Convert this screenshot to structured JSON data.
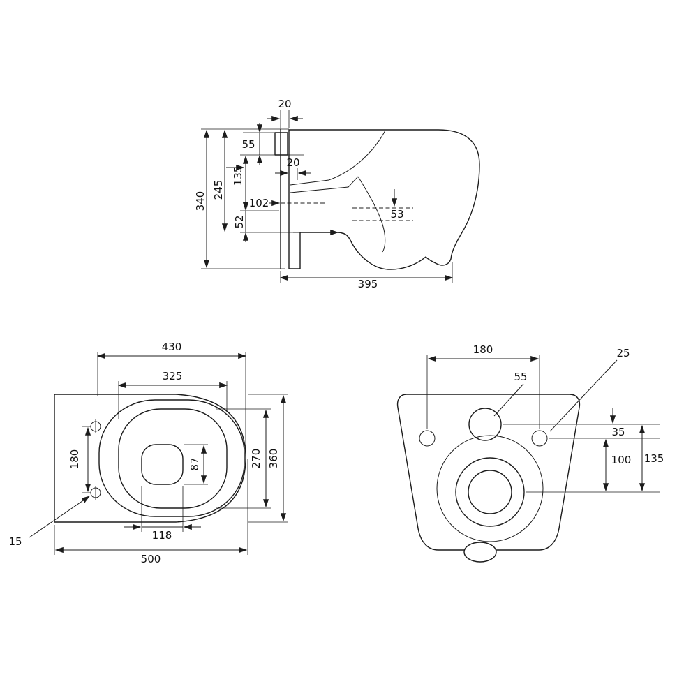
{
  "drawing": {
    "kind": "toilet technical drawing",
    "line_color": "#1c1c1c",
    "background": "#ffffff"
  },
  "views": {
    "side": {
      "dims": {
        "wall_gap_top": "20",
        "bracket_height": "55",
        "mid_height": "135",
        "wall_gap_inner": "20",
        "outlet_center_height": "102",
        "lower_height": "52",
        "box_height": "245",
        "total_height": "340",
        "seat_offset": "53",
        "bottom_depth": "395"
      }
    },
    "top": {
      "dims": {
        "seat_length": "430",
        "rim_length": "325",
        "hole_spacing": "180",
        "water_width": "87",
        "rim_width": "270",
        "body_width": "360",
        "water_length": "118",
        "total_depth": "500",
        "hole_diameter": "15"
      }
    },
    "rear": {
      "dims": {
        "hole_spacing": "180",
        "fix_hole_diameter": "25",
        "inlet_diameter": "55",
        "inlet_to_hole": "35",
        "hole_to_drain": "100",
        "inlet_to_drain": "135"
      }
    }
  }
}
